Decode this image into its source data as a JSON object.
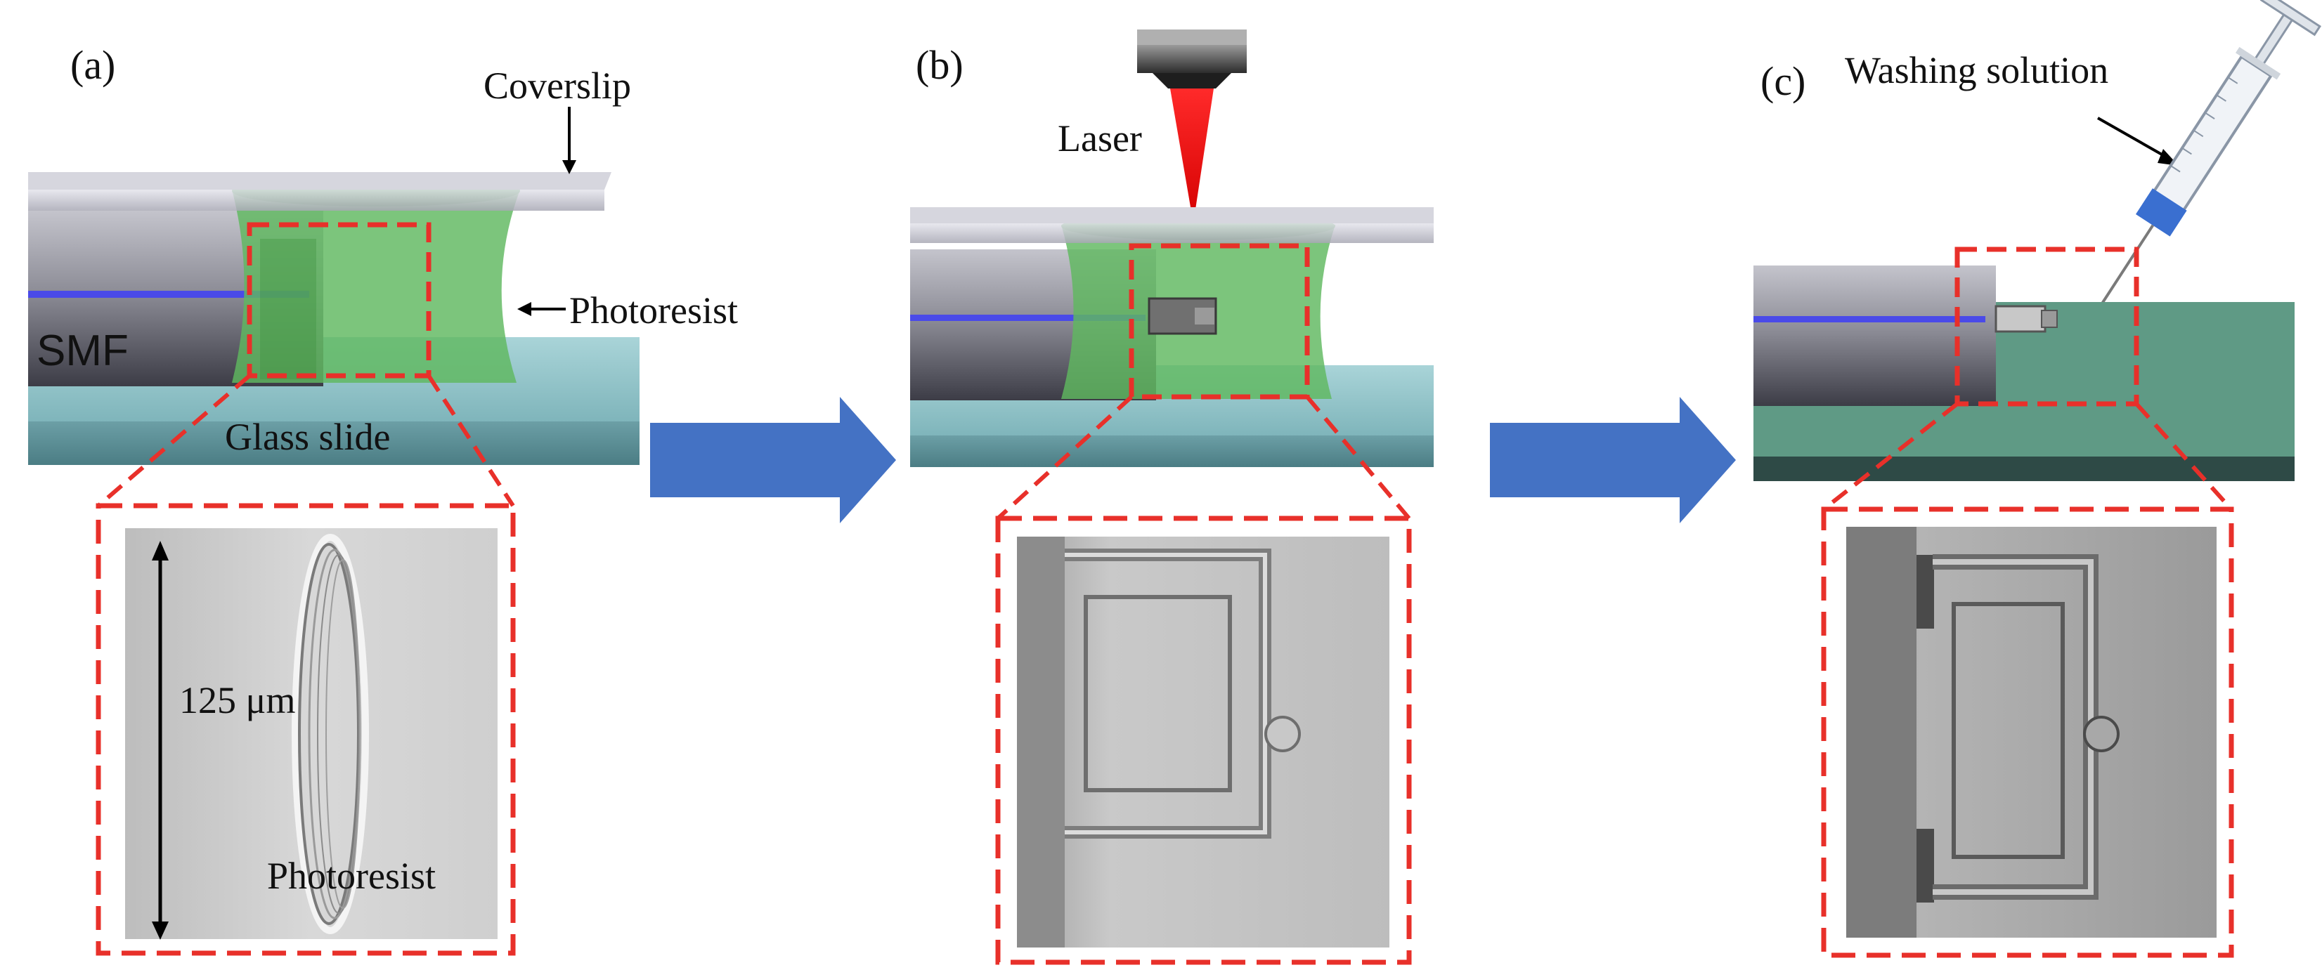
{
  "panels": [
    {
      "id": "a",
      "label": "(a)",
      "annotations": {
        "coverslip": "Coverslip",
        "photoresist": "Photoresist",
        "smf": "SMF",
        "glass_slide": "Glass slide"
      },
      "inset": {
        "dimension": "125 μm",
        "material": "Photoresist"
      }
    },
    {
      "id": "b",
      "label": "(b)",
      "annotations": {
        "laser": "Laser"
      }
    },
    {
      "id": "c",
      "label": "(c)",
      "annotations": {
        "washing": "Washing solution"
      }
    }
  ],
  "colors": {
    "arrow": "#4472C4",
    "dashed_box": "#E8302A",
    "photoresist": "#5FB85F",
    "laser": "#E61E1E",
    "fiber_core": "#4A4AE8",
    "glass": "#8FC3C8",
    "fiber": "#9A9AA2",
    "coverslip": "#C8C8D2",
    "syringe_tip": "#3A6FD0"
  }
}
